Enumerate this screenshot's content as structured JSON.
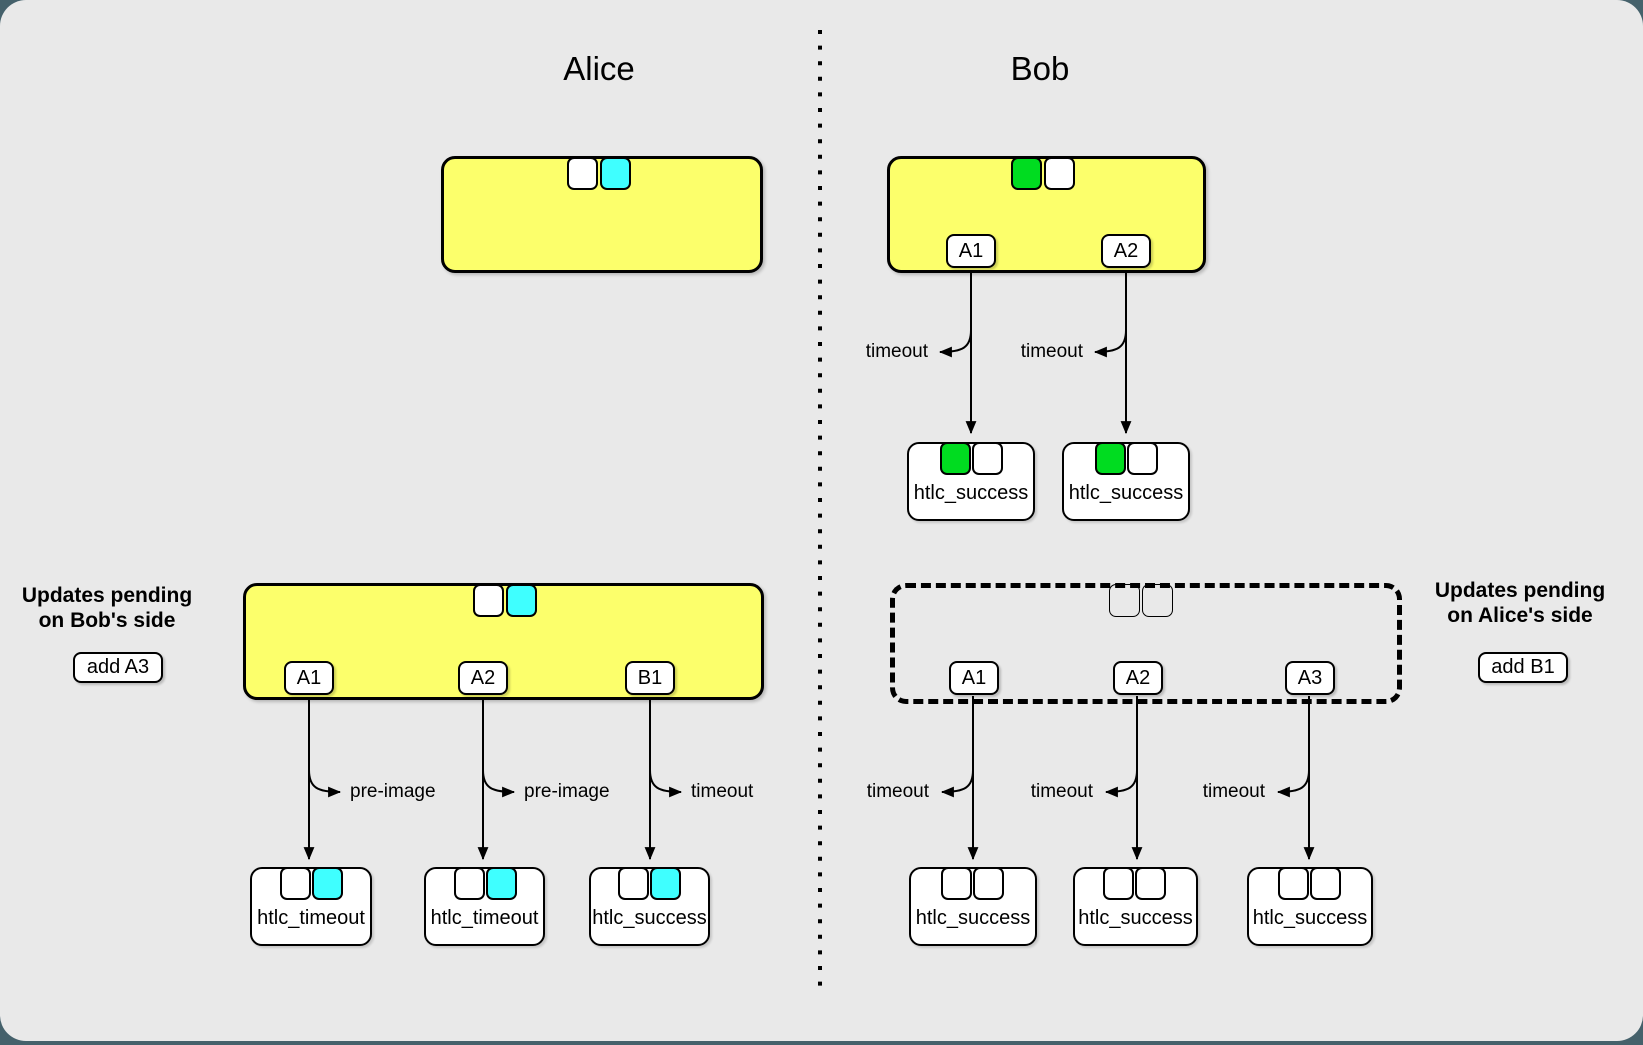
{
  "colors": {
    "backdrop": "#45616B",
    "canvas": "#E9E9E9",
    "yellow": "#FCFF6B",
    "cyan": "#3FFFFF",
    "green": "#00DC20",
    "white": "#FFFFFF"
  },
  "left": {
    "title": "Alice",
    "note": {
      "line1": "Updates pending",
      "line2": "on Bob's side"
    },
    "note_button": "add A3",
    "top_commitment": {
      "slots": [
        "white",
        "cyan"
      ]
    },
    "current_commitment": {
      "slots": [
        "white",
        "cyan"
      ],
      "outputs": [
        {
          "tab": "A1",
          "claim": "pre-image",
          "tx": "htlc_timeout",
          "slots": [
            "white",
            "cyan"
          ]
        },
        {
          "tab": "A2",
          "claim": "pre-image",
          "tx": "htlc_timeout",
          "slots": [
            "white",
            "cyan"
          ]
        },
        {
          "tab": "B1",
          "claim": "timeout",
          "tx": "htlc_success",
          "slots": [
            "white",
            "cyan"
          ]
        }
      ]
    }
  },
  "right": {
    "title": "Bob",
    "note": {
      "line1": "Updates pending",
      "line2": "on Alice's side"
    },
    "note_button": "add B1",
    "top_commitment": {
      "slots": [
        "green",
        "white"
      ],
      "outputs": [
        {
          "tab": "A1",
          "claim": "timeout",
          "tx": "htlc_success",
          "slots": [
            "green",
            "white"
          ]
        },
        {
          "tab": "A2",
          "claim": "timeout",
          "tx": "htlc_success",
          "slots": [
            "green",
            "white"
          ]
        }
      ]
    },
    "pending_commitment": {
      "slots": [
        "empty",
        "empty"
      ],
      "outputs": [
        {
          "tab": "A1",
          "claim": "timeout",
          "tx": "htlc_success",
          "slots": [
            "white",
            "white"
          ]
        },
        {
          "tab": "A2",
          "claim": "timeout",
          "tx": "htlc_success",
          "slots": [
            "white",
            "white"
          ]
        },
        {
          "tab": "A3",
          "claim": "timeout",
          "tx": "htlc_success",
          "slots": [
            "white",
            "white"
          ]
        }
      ]
    }
  }
}
